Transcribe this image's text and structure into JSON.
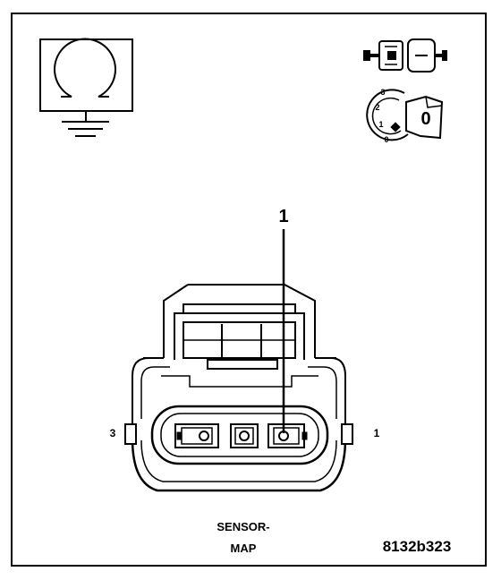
{
  "diagram": {
    "callout_number": "1",
    "pin_label_left": "3",
    "pin_label_right": "1",
    "caption_line1": "SENSOR-",
    "caption_line2": "MAP",
    "figure_id": "8132b323",
    "key_positions": [
      "3",
      "2",
      "1",
      "0"
    ],
    "key_position_current": "0",
    "icons": {
      "ohmmeter": "ohm-ground-icon",
      "disconnect": "connector-disconnect-icon",
      "ignition": "ignition-key-off-icon"
    },
    "colors": {
      "ink": "#000000",
      "paper": "#ffffff"
    }
  }
}
